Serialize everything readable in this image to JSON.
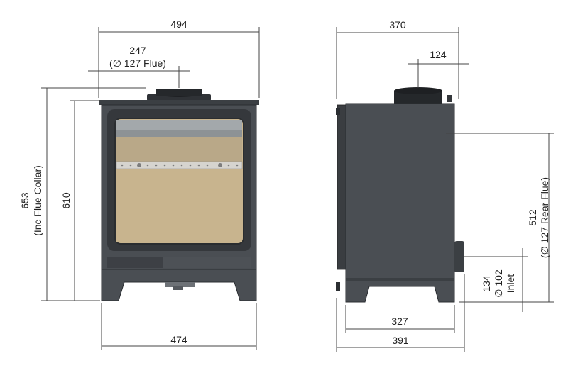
{
  "front_view": {
    "overall_width": "494",
    "flue_offset": "247",
    "flue_diameter": "(∅ 127 Flue)",
    "base_width": "474",
    "height_body": "610",
    "height_total": "653",
    "height_total_note": "(Inc Flue Collar)"
  },
  "side_view": {
    "depth_top": "370",
    "flue_offset": "124",
    "depth_base": "327",
    "depth_overall": "391",
    "rear_flue_height": "512",
    "rear_flue_note": "(∅ 127 Rear Flue)",
    "inlet_height": "134",
    "inlet_diameter": "∅ 102",
    "inlet_label": "Inlet"
  },
  "colors": {
    "stove_body": "#4a4e53",
    "stove_dark": "#2b2e32",
    "firebrick": "#c8b48e",
    "firebrick_upper": "#b9a888",
    "glass_frame": "#3a3d41",
    "baffle": "#9aa0a4"
  }
}
